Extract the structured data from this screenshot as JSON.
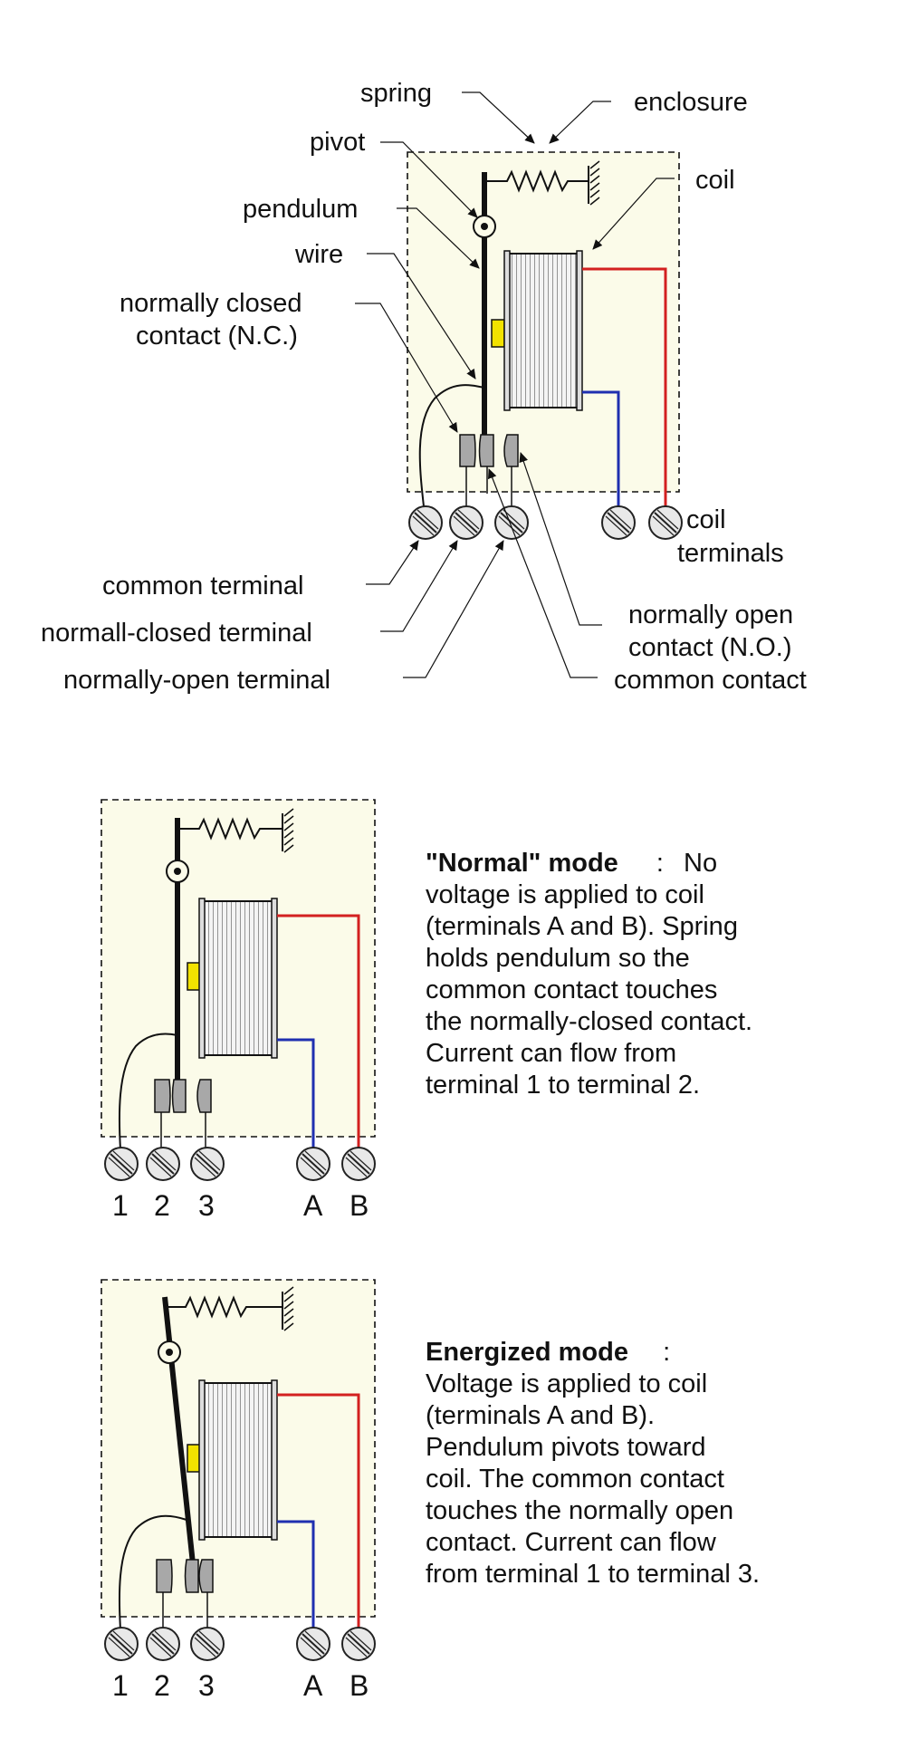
{
  "top_diagram": {
    "labels": {
      "spring": "spring",
      "enclosure": "enclosure",
      "pivot": "pivot",
      "coil": "coil",
      "pendulum": "pendulum",
      "wire": "wire",
      "nc_contact_line1": "normally closed",
      "nc_contact_line2": "contact  (N.C.)",
      "coil_terminals_line1": "coil",
      "coil_terminals_line2": "terminals",
      "common_terminal": "common terminal",
      "nc_terminal": "normall-closed terminal",
      "no_terminal": "normally-open terminal",
      "no_contact_line1": "normally open",
      "no_contact_line2": "contact (N.O.)",
      "common_contact": "common contact"
    }
  },
  "normal_mode": {
    "terminals": [
      "1",
      "2",
      "3",
      "A",
      "B"
    ],
    "heading": "\"Normal\" mode",
    "separator": ":",
    "lines": [
      "No",
      "voltage is applied to coil",
      "(terminals A and B).  Spring",
      "holds pendulum so the",
      "common contact touches",
      "the normally-closed contact.",
      "Current can  flow from",
      "terminal 1 to terminal 2."
    ]
  },
  "energized_mode": {
    "terminals": [
      "1",
      "2",
      "3",
      "A",
      "B"
    ],
    "heading": "Energized mode",
    "separator": ":",
    "lines": [
      "Voltage is applied to coil",
      "(terminals A and B).",
      "Pendulum pivots toward",
      "coil.  The common contact",
      "touches the normally open",
      "contact.  Current can flow",
      "from terminal 1 to terminal 3."
    ]
  },
  "colors": {
    "enclosure_fill": "#fbfbe9",
    "coil_wire_red": "#d32020",
    "coil_wire_blue": "#1f2fb0",
    "armature_yellow": "#f2e200",
    "contact_gray": "#a8a8a8",
    "coil_fill": "#f4f4f4"
  }
}
